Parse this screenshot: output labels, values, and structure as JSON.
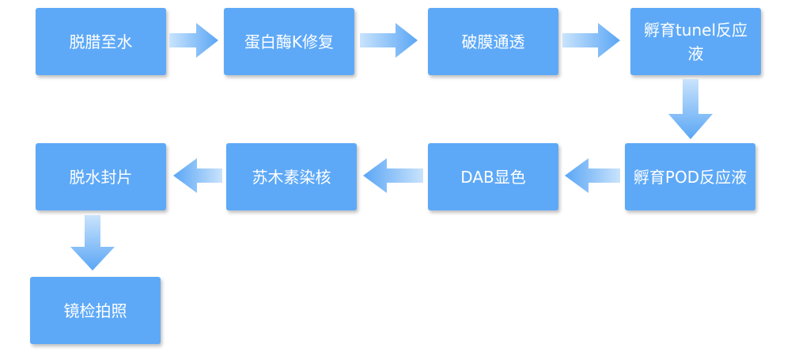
{
  "flowchart": {
    "steps": [
      {
        "label": "脱腊至水"
      },
      {
        "label": "蛋白酶K修复"
      },
      {
        "label": "破膜通透"
      },
      {
        "label": "孵育tunel反应液"
      },
      {
        "label": "孵育POD反应液"
      },
      {
        "label": "DAB显色"
      },
      {
        "label": "苏木素染核"
      },
      {
        "label": "脱水封片"
      },
      {
        "label": "镜检拍照"
      }
    ]
  },
  "colors": {
    "box": "#5ea9f7",
    "arrow": "#5ea9f7",
    "text": "#ffffff"
  }
}
